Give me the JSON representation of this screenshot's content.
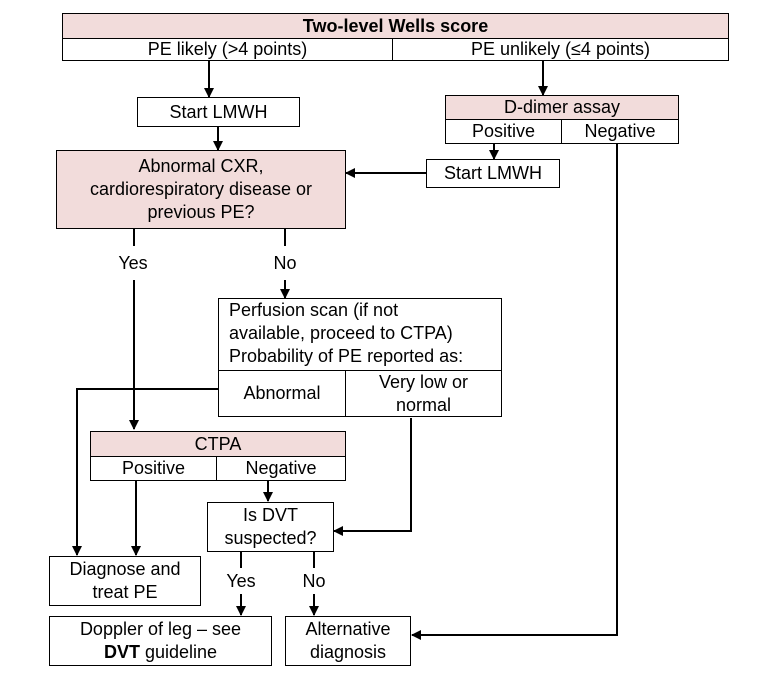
{
  "wells": {
    "title": "Two-level Wells score",
    "likely": "PE likely (>4 points)",
    "unlikely": "PE unlikely (≤4 points)"
  },
  "start_lmwh_left": "Start LMWH",
  "ddimer": {
    "title": "D-dimer assay",
    "positive": "Positive",
    "negative": "Negative"
  },
  "start_lmwh_right": "Start LMWH",
  "abnormal_cxr": {
    "line1": "Abnormal CXR,",
    "line2": "cardiorespiratory disease or",
    "line3": "previous PE?"
  },
  "yes_label": "Yes",
  "no_label": "No",
  "perfusion": {
    "line1": "Perfusion scan (if not",
    "line2": "available, proceed to CTPA)",
    "line3": "Probability of PE reported as:",
    "abnormal": "Abnormal",
    "very_low_line1": "Very low or",
    "very_low_line2": "normal"
  },
  "ctpa": {
    "title": "CTPA",
    "positive": "Positive",
    "negative": "Negative"
  },
  "dvt_question": {
    "line1": "Is DVT",
    "line2": "suspected?"
  },
  "diagnose": {
    "line1": "Diagnose and",
    "line2": "treat PE"
  },
  "dvt_yes": "Yes",
  "dvt_no": "No",
  "doppler": {
    "line1": "Doppler of leg – see",
    "line2_bold": "DVT",
    "line2_rest": " guideline"
  },
  "alternative": {
    "line1": "Alternative",
    "line2": "diagnosis"
  }
}
